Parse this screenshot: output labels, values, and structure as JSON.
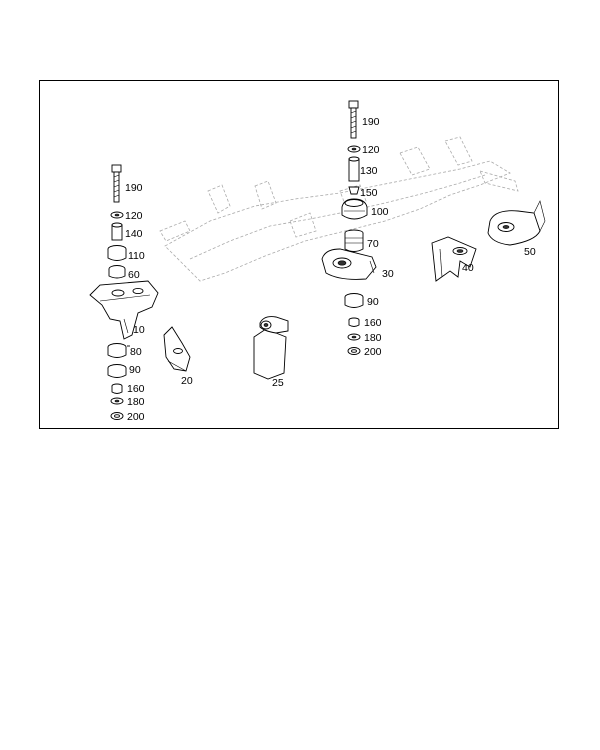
{
  "diagram": {
    "callouts": [
      {
        "id": "l-190-a",
        "text": "190"
      },
      {
        "id": "l-120-a",
        "text": "120"
      },
      {
        "id": "l-130",
        "text": "130"
      },
      {
        "id": "l-150",
        "text": "150"
      },
      {
        "id": "l-100",
        "text": "100"
      },
      {
        "id": "l-70",
        "text": "70"
      },
      {
        "id": "l-30",
        "text": "30"
      },
      {
        "id": "l-90-a",
        "text": "90"
      },
      {
        "id": "l-160-a",
        "text": "160"
      },
      {
        "id": "l-180-a",
        "text": "180"
      },
      {
        "id": "l-200-a",
        "text": "200"
      },
      {
        "id": "l-40",
        "text": "40"
      },
      {
        "id": "l-50",
        "text": "50"
      },
      {
        "id": "l-190-b",
        "text": "190"
      },
      {
        "id": "l-120-b",
        "text": "120"
      },
      {
        "id": "l-140",
        "text": "140"
      },
      {
        "id": "l-110",
        "text": "110"
      },
      {
        "id": "l-60",
        "text": "60"
      },
      {
        "id": "l-10",
        "text": "10"
      },
      {
        "id": "l-80",
        "text": "80"
      },
      {
        "id": "l-90-b",
        "text": "90"
      },
      {
        "id": "l-160-b",
        "text": "160"
      },
      {
        "id": "l-180-b",
        "text": "180"
      },
      {
        "id": "l-200-b",
        "text": "200"
      },
      {
        "id": "l-20",
        "text": "20"
      },
      {
        "id": "l-25",
        "text": "25"
      }
    ]
  }
}
